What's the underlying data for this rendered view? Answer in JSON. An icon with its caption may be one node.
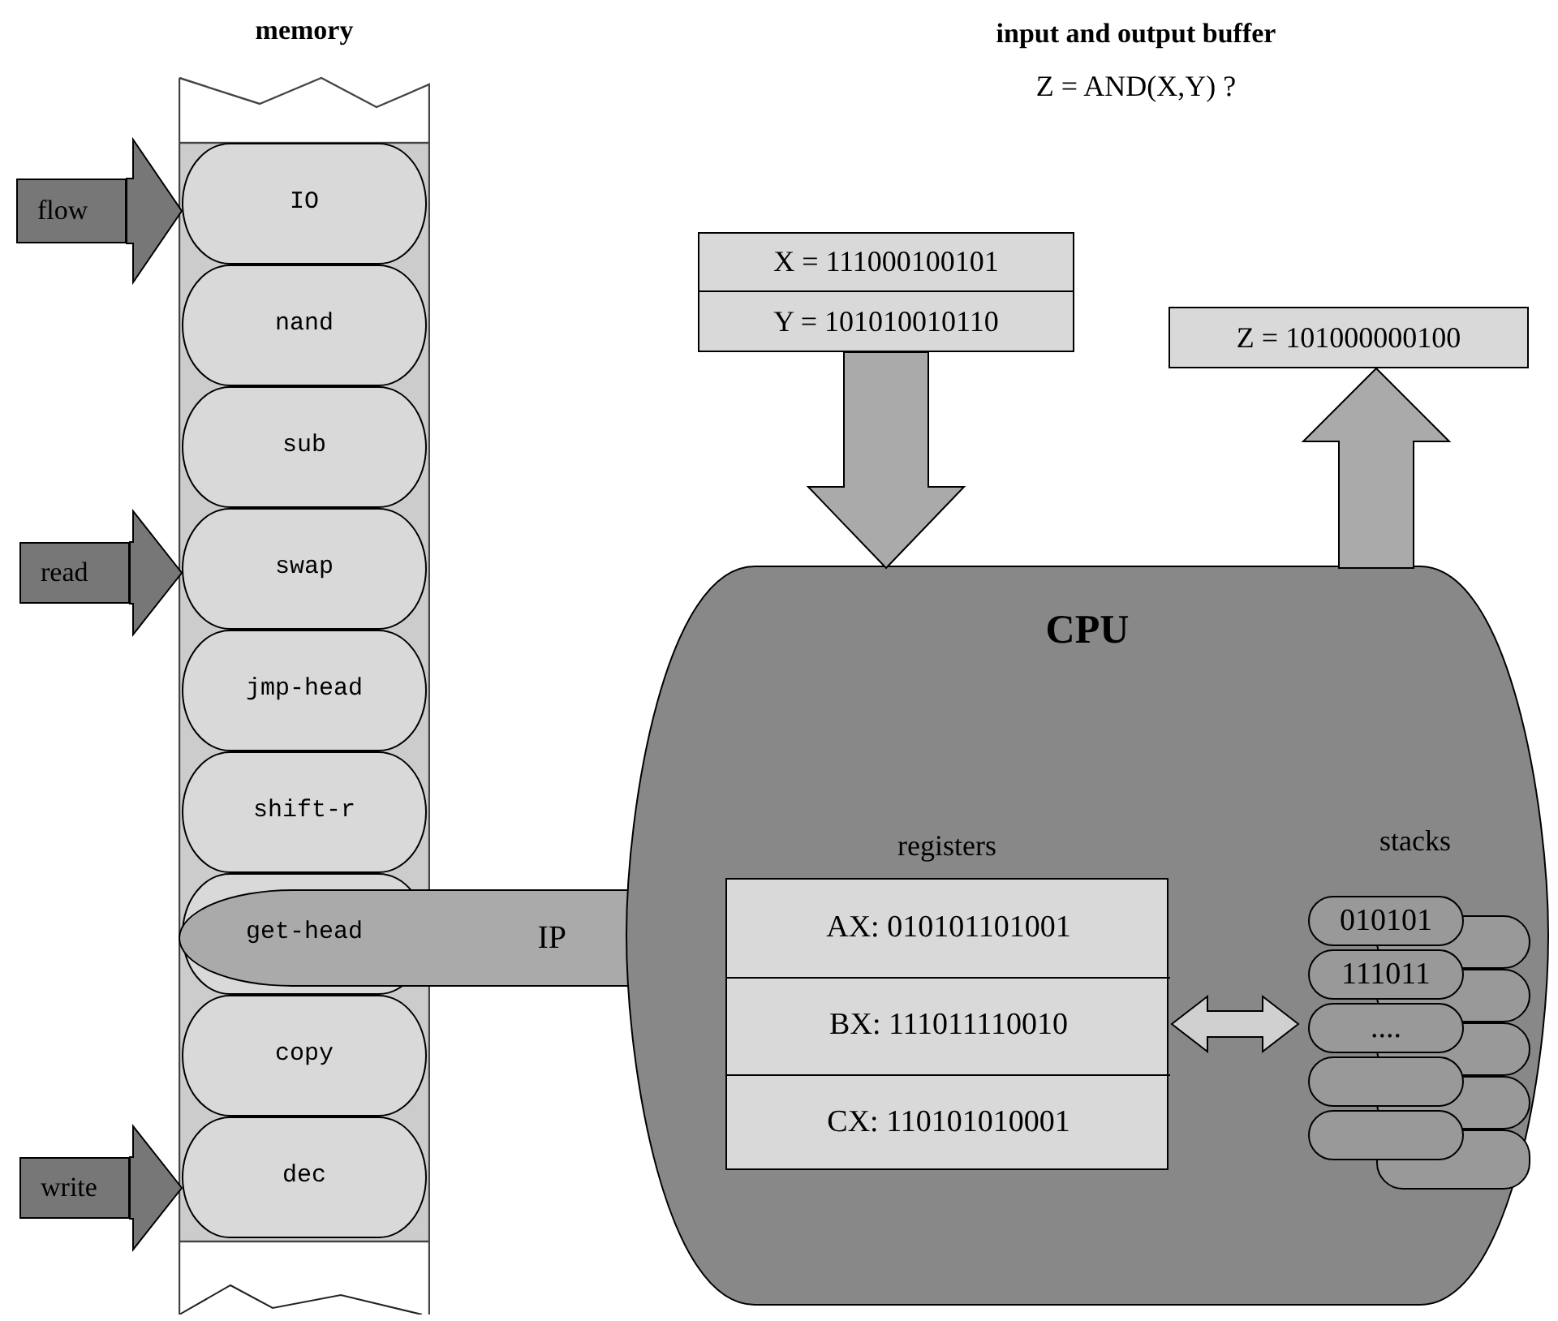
{
  "diagram": {
    "nodes": [
      {
        "text": [
          "memory"
        ]
      },
      {
        "text": [
          "IO"
        ],
        "in": 0
      },
      {
        "text": [
          "nand"
        ],
        "in": 0
      },
      {
        "text": [
          "sub"
        ],
        "in": 0
      },
      {
        "text": [
          "swap"
        ],
        "in": 0
      },
      {
        "text": [
          "jmp-head"
        ],
        "in": 0
      },
      {
        "text": [
          "shift-r"
        ],
        "in": 0
      },
      {
        "text": [
          "get-head"
        ],
        "in": 0
      },
      {
        "text": [
          "copy"
        ],
        "in": 0
      },
      {
        "text": [
          "dec"
        ],
        "in": 0
      },
      {
        "text": [
          "flow"
        ]
      },
      {
        "text": [
          "read"
        ]
      },
      {
        "text": [
          "write"
        ]
      },
      {
        "text": [
          "X = 111000100101"
        ]
      },
      {
        "text": [
          "Y = 101010010110"
        ]
      },
      {
        "text": [
          "Z = 101000000100"
        ]
      },
      {
        "text": [
          "CPU"
        ]
      },
      {
        "text": [
          "IP"
        ]
      },
      {
        "text": [
          "registers"
        ],
        "in": 16
      },
      {
        "text": [
          "AX: 010101101001"
        ],
        "in": 18
      },
      {
        "text": [
          "BX: 111011110010"
        ],
        "in": 18
      },
      {
        "text": [
          "CX: 110101010001"
        ],
        "in": 18
      },
      {
        "text": [
          "010101"
        ],
        "in": 16
      },
      {
        "text": [
          "111011"
        ],
        "in": 16
      },
      {
        "text": [
          "...."
        ],
        "in": 16
      },
      {
        "text": [],
        "shape": "box",
        "in": 16
      },
      {
        "text": [],
        "shape": "box",
        "in": 16
      }
    ],
    "edges": [
      {
        "from": 10,
        "to": 1,
        "arrow": "to"
      },
      {
        "from": 11,
        "to": 4,
        "arrow": "to"
      },
      {
        "from": 12,
        "to": 9,
        "arrow": "to"
      },
      {
        "from": 14,
        "to": 16,
        "arrow": "to"
      },
      {
        "from": 16,
        "to": 15,
        "arrow": "to"
      },
      {
        "from": 18,
        "to": 24,
        "arrow": "both"
      }
    ],
    "labels": [
      "input and output buffer",
      "Z = AND(X,Y) ?",
      "stacks"
    ]
  }
}
